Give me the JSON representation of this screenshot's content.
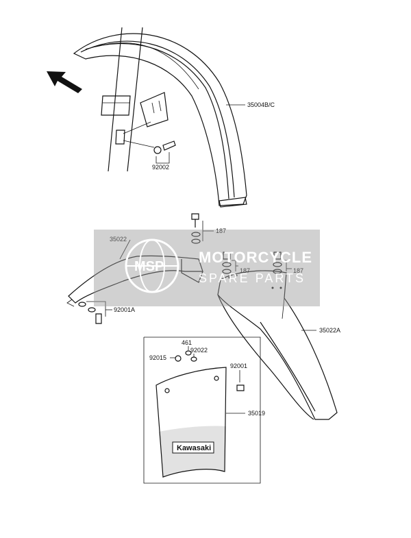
{
  "labels": {
    "front_fender": "35004B/C",
    "front_bolt": "92002",
    "bracket_bolt_top": "187",
    "front_bracket": "35022",
    "rear_bolt_right": "187",
    "rear_bolt_left": "187",
    "bracket_bolt_bottom": "92001A",
    "rear_fender": "35022A",
    "nut_461": "461",
    "washer_92015": "92015",
    "washer_92022": "92022",
    "screw_92001": "92001",
    "mud_flap": "35019"
  },
  "watermark": {
    "line1": "MOTORCYCLE",
    "line2": "SPARE PARTS",
    "badge": "MSP"
  },
  "flap_logo": "Kawasaki"
}
